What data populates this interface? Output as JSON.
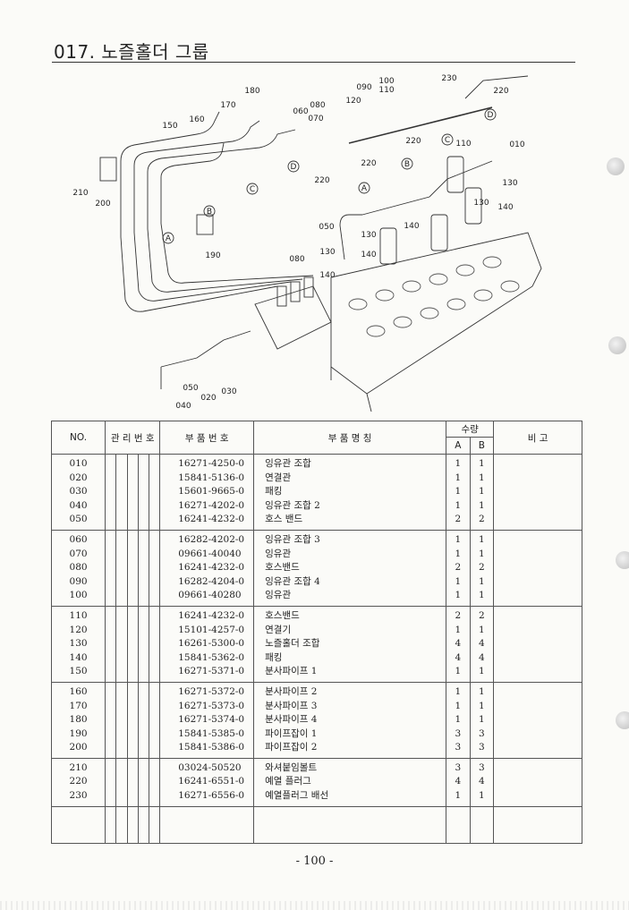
{
  "page": {
    "title": "017. 노즐홀더 그룹",
    "page_number": "- 100 -"
  },
  "diagram": {
    "callouts": [
      "010",
      "020",
      "030",
      "040",
      "050",
      "060",
      "070",
      "080",
      "090",
      "100",
      "110",
      "120",
      "130",
      "140",
      "150",
      "160",
      "170",
      "180",
      "190",
      "200",
      "210",
      "220",
      "230"
    ],
    "letters": [
      "A",
      "B",
      "C",
      "D"
    ]
  },
  "table": {
    "headers": {
      "no": "NO.",
      "management": "관 리 번 호",
      "part_no": "부 품 번 호",
      "part_name": "부 품 명 칭",
      "qty": "수량",
      "qty_a": "A",
      "qty_b": "B",
      "remarks": "비 고"
    },
    "groups": [
      {
        "nos": "010\n020\n030\n040\n050",
        "pns": "16271-4250-0\n15841-5136-0\n15601-9665-0\n16271-4202-0\n16241-4232-0",
        "names": "잉유관 조합\n연결관\n패킹\n잉유관 조합 2\n호스 밴드",
        "a": "1\n1\n1\n1\n2",
        "b": "1\n1\n1\n1\n2"
      },
      {
        "nos": "060\n070\n080\n090\n100",
        "pns": "16282-4202-0\n09661-40040\n16241-4232-0\n16282-4204-0\n09661-40280",
        "names": "잉유관 조합 3\n잉유관\n호스밴드\n잉유관 조합 4\n잉유관",
        "a": "1\n1\n2\n1\n1",
        "b": "1\n1\n2\n1\n1"
      },
      {
        "nos": "110\n120\n130\n140\n150",
        "pns": "16241-4232-0\n15101-4257-0\n16261-5300-0\n15841-5362-0\n16271-5371-0",
        "names": "호스밴드\n연결기\n노즐홀더 조합\n패킹\n분사파이프 1",
        "a": "2\n1\n4\n4\n1",
        "b": "2\n1\n4\n4\n1"
      },
      {
        "nos": "160\n170\n180\n190\n200",
        "pns": "16271-5372-0\n16271-5373-0\n16271-5374-0\n15841-5385-0\n15841-5386-0",
        "names": "분사파이프 2\n분사파이프 3\n분사파이프 4\n파이프잡이 1\n파이프잡이 2",
        "a": "1\n1\n1\n3\n3",
        "b": "1\n1\n1\n3\n3"
      },
      {
        "nos": "210\n220\n230",
        "pns": "03024-50520\n16241-6551-0\n16271-6556-0",
        "names": "와셔붙임볼트\n예열 플러그\n예열플러그 배선",
        "a": "3\n4\n1",
        "b": "3\n4\n1"
      }
    ]
  }
}
